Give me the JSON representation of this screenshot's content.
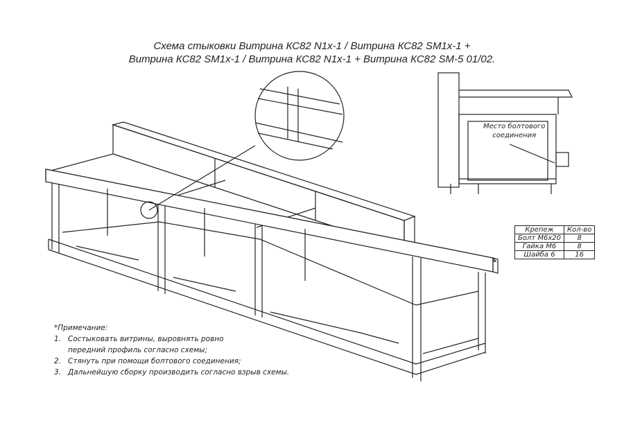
{
  "title": {
    "line1": "Схема стыковки Витрина КС82 N1x-1  / Витрина КС82 SM1x-1 +",
    "line2": "Витрина КС82 SM1x-1 / Витрина КС82 N1x-1 + Витрина КС82 SM-5 01/02."
  },
  "callout": {
    "line1": "Место болтового",
    "line2": "соединения"
  },
  "fasteners_table": {
    "headers": [
      "Крепеж",
      "Кол-во"
    ],
    "rows": [
      [
        "Болт М6х20",
        "8"
      ],
      [
        "Гайка М6",
        "8"
      ],
      [
        "Шайба 6",
        "16"
      ]
    ]
  },
  "notes": {
    "heading": "*Примечание:",
    "items": [
      {
        "num": "1.",
        "line1": "Состыковать витрины, выровнять ровно",
        "line2": "передний профиль согласно схемы;"
      },
      {
        "num": "2.",
        "line1": "Стянуть при помощи болтового соединения;"
      },
      {
        "num": "3.",
        "line1": "Дальнейшую сборку производить согласно взрыв схемы."
      }
    ]
  }
}
